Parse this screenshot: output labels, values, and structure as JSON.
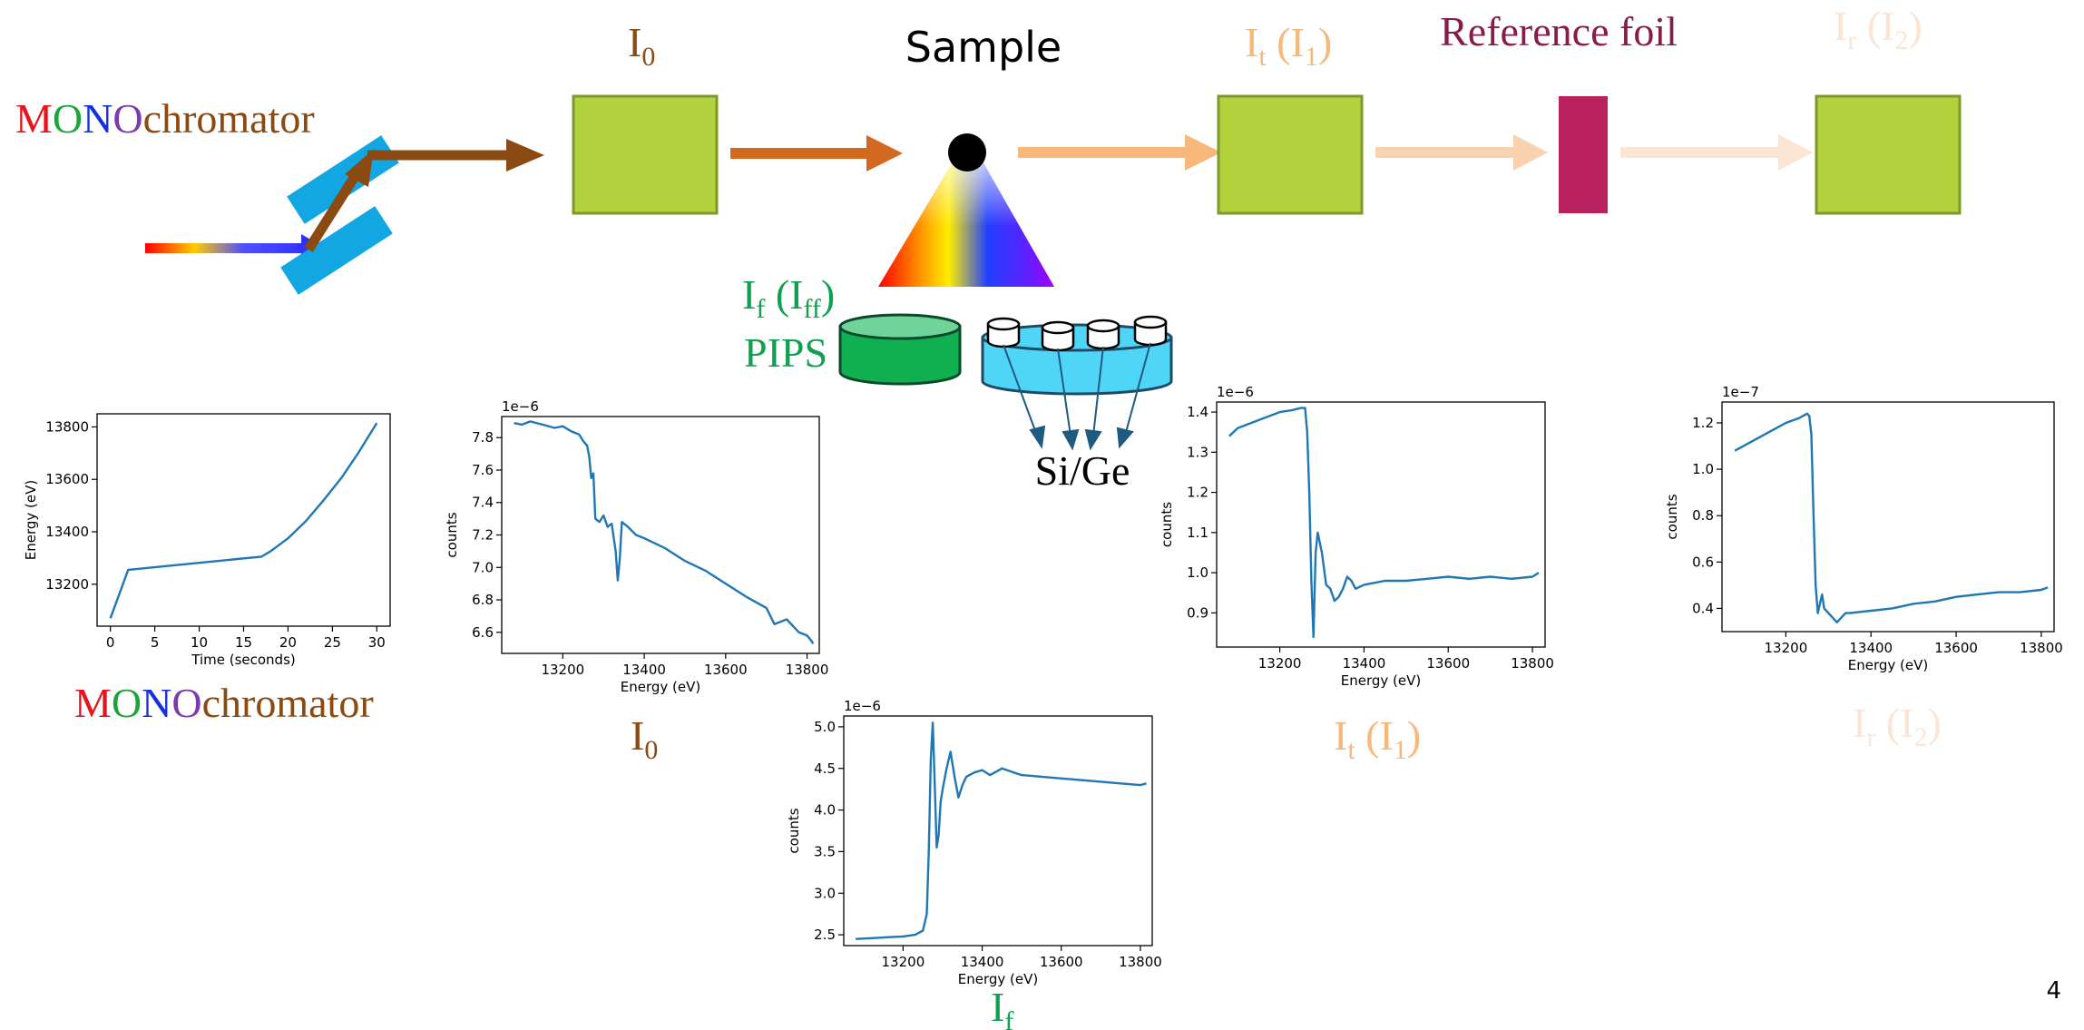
{
  "colors": {
    "mono_m": "#e8141c",
    "mono_o1": "#1ca33a",
    "mono_n": "#1530e0",
    "mono_o2": "#7a3ab0",
    "mono_rest": "#8a4a12",
    "brown": "#8a4a12",
    "arrow_i0": "#d2691e",
    "peach": "#f7b87a",
    "peach_light": "#f9d3b0",
    "faint": "#fbe6d6",
    "detector": "#b2d33e",
    "detector_border": "#7a9a2a",
    "foil": "#b8205e",
    "foil_label": "#861c4a",
    "crystal": "#12a7e3",
    "pips": "#10b050",
    "pips_label": "#10a050",
    "sige_disk": "#4fd6f7",
    "sige_arrow": "#1f5a80",
    "plot_line": "#1f77b4"
  },
  "labels": {
    "mono_top": {
      "m": "M",
      "o1": "O",
      "n": "N",
      "o2": "O",
      "rest": "chromator"
    },
    "mono_bottom": {
      "m": "M",
      "o1": "O",
      "n": "N",
      "o2": "O",
      "rest": "chromator"
    },
    "i0_top": {
      "main": "I",
      "sub": "0"
    },
    "sample": "Sample",
    "it_top": {
      "main": "I",
      "sub": "t",
      "paren_open": " (I",
      "paren_sub": "1",
      "paren_close": ")"
    },
    "ref_foil": "Reference foil",
    "ir_top": {
      "main": "I",
      "sub": "r",
      "paren_open": " (I",
      "paren_sub": "2",
      "paren_close": ")"
    },
    "if_top": {
      "main": "I",
      "sub": "f",
      "paren_open": " (I",
      "paren_sub": "ff",
      "paren_close": ")"
    },
    "pips": "PIPS",
    "sige": "Si/Ge",
    "i0_bottom": {
      "main": "I",
      "sub": "0"
    },
    "it_bottom": {
      "main": "I",
      "sub": "t",
      "paren_open": " (I",
      "paren_sub": "1",
      "paren_close": ")"
    },
    "ir_bottom": {
      "main": "I",
      "sub": "r",
      "paren_open": " (I",
      "paren_sub": "2",
      "paren_close": ")"
    },
    "if_bottom": {
      "main": "I",
      "sub": "f"
    },
    "page_number": "4"
  },
  "icons": [
    "crystal-icon",
    "sample-icon",
    "detector-icon",
    "reference-foil-icon",
    "pips-detector-icon",
    "sige-detector-icon"
  ],
  "chart_data": [
    {
      "id": "mono",
      "type": "line",
      "xlabel": "Time (seconds)",
      "ylabel": "Energy (eV)",
      "xlim": [
        -1.5,
        31.5
      ],
      "ylim": [
        13040,
        13850
      ],
      "xticks": [
        0,
        5,
        10,
        15,
        20,
        25,
        30
      ],
      "yticks": [
        13200,
        13400,
        13600,
        13800
      ],
      "xtick_labels": [
        "0",
        "5",
        "10",
        "15",
        "20",
        "25",
        "30"
      ],
      "ytick_labels": [
        "13200",
        "13400",
        "13600",
        "13800"
      ],
      "offset_text": "",
      "x": [
        0,
        2,
        17,
        18,
        20,
        22,
        24,
        26,
        28,
        30
      ],
      "y": [
        13070,
        13255,
        13305,
        13325,
        13375,
        13440,
        13520,
        13605,
        13705,
        13815
      ]
    },
    {
      "id": "i0",
      "type": "line",
      "xlabel": "Energy (eV)",
      "ylabel": "counts",
      "xlim": [
        13050,
        13830
      ],
      "ylim": [
        6.47,
        7.93
      ],
      "xticks": [
        13200,
        13400,
        13600,
        13800
      ],
      "yticks": [
        6.6,
        6.8,
        7.0,
        7.2,
        7.4,
        7.6,
        7.8
      ],
      "xtick_labels": [
        "13200",
        "13400",
        "13600",
        "13800"
      ],
      "ytick_labels": [
        "6.6",
        "6.8",
        "7.0",
        "7.2",
        "7.4",
        "7.6",
        "7.8"
      ],
      "offset_text": "1e−6",
      "x": [
        13080,
        13100,
        13120,
        13150,
        13180,
        13200,
        13220,
        13240,
        13250,
        13260,
        13265,
        13270,
        13275,
        13280,
        13290,
        13300,
        13310,
        13320,
        13330,
        13335,
        13340,
        13345,
        13360,
        13380,
        13400,
        13450,
        13500,
        13550,
        13600,
        13650,
        13700,
        13720,
        13750,
        13780,
        13800,
        13810,
        13815
      ],
      "y": [
        7.89,
        7.88,
        7.9,
        7.88,
        7.86,
        7.87,
        7.84,
        7.82,
        7.78,
        7.75,
        7.68,
        7.55,
        7.58,
        7.3,
        7.28,
        7.32,
        7.25,
        7.27,
        7.1,
        6.92,
        7.05,
        7.28,
        7.25,
        7.2,
        7.18,
        7.12,
        7.04,
        6.98,
        6.9,
        6.82,
        6.75,
        6.65,
        6.68,
        6.6,
        6.58,
        6.55,
        6.53
      ]
    },
    {
      "id": "it",
      "type": "line",
      "xlabel": "Energy (eV)",
      "ylabel": "counts",
      "xlim": [
        13050,
        13830
      ],
      "ylim": [
        0.815,
        1.425
      ],
      "xticks": [
        13200,
        13400,
        13600,
        13800
      ],
      "yticks": [
        0.9,
        1.0,
        1.1,
        1.2,
        1.3,
        1.4
      ],
      "xtick_labels": [
        "13200",
        "13400",
        "13600",
        "13800"
      ],
      "ytick_labels": [
        "0.9",
        "1.0",
        "1.1",
        "1.2",
        "1.3",
        "1.4"
      ],
      "offset_text": "1e−6",
      "x": [
        13080,
        13100,
        13150,
        13200,
        13230,
        13250,
        13260,
        13265,
        13270,
        13275,
        13280,
        13285,
        13290,
        13300,
        13310,
        13320,
        13330,
        13340,
        13350,
        13360,
        13370,
        13380,
        13400,
        13450,
        13500,
        13550,
        13600,
        13650,
        13700,
        13750,
        13800,
        13815
      ],
      "y": [
        1.34,
        1.36,
        1.38,
        1.4,
        1.405,
        1.41,
        1.41,
        1.35,
        1.2,
        0.98,
        0.84,
        1.05,
        1.1,
        1.05,
        0.97,
        0.96,
        0.93,
        0.94,
        0.96,
        0.99,
        0.98,
        0.96,
        0.97,
        0.98,
        0.98,
        0.985,
        0.99,
        0.985,
        0.99,
        0.985,
        0.99,
        1.0
      ]
    },
    {
      "id": "ir",
      "type": "line",
      "xlabel": "Energy (eV)",
      "ylabel": "counts",
      "xlim": [
        13050,
        13830
      ],
      "ylim": [
        0.3,
        1.29
      ],
      "xticks": [
        13200,
        13400,
        13600,
        13800
      ],
      "yticks": [
        0.4,
        0.6,
        0.8,
        1.0,
        1.2
      ],
      "xtick_labels": [
        "13200",
        "13400",
        "13600",
        "13800"
      ],
      "ytick_labels": [
        "0.4",
        "0.6",
        "0.8",
        "1.0",
        "1.2"
      ],
      "offset_text": "1e−7",
      "x": [
        13080,
        13100,
        13150,
        13200,
        13230,
        13250,
        13255,
        13260,
        13265,
        13270,
        13275,
        13280,
        13285,
        13290,
        13300,
        13310,
        13320,
        13330,
        13340,
        13350,
        13400,
        13450,
        13500,
        13550,
        13600,
        13650,
        13700,
        13750,
        13800,
        13815
      ],
      "y": [
        1.08,
        1.1,
        1.15,
        1.2,
        1.22,
        1.24,
        1.23,
        1.15,
        0.8,
        0.5,
        0.38,
        0.42,
        0.46,
        0.4,
        0.38,
        0.36,
        0.34,
        0.36,
        0.38,
        0.38,
        0.39,
        0.4,
        0.42,
        0.43,
        0.45,
        0.46,
        0.47,
        0.47,
        0.48,
        0.49
      ]
    },
    {
      "id": "if",
      "type": "line",
      "xlabel": "Energy (eV)",
      "ylabel": "counts",
      "xlim": [
        13050,
        13830
      ],
      "ylim": [
        2.37,
        5.13
      ],
      "xticks": [
        13200,
        13400,
        13600,
        13800
      ],
      "yticks": [
        2.5,
        3.0,
        3.5,
        4.0,
        4.5,
        5.0
      ],
      "xtick_labels": [
        "13200",
        "13400",
        "13600",
        "13800"
      ],
      "ytick_labels": [
        "2.5",
        "3.0",
        "3.5",
        "4.0",
        "4.5",
        "5.0"
      ],
      "offset_text": "1e−6",
      "x": [
        13080,
        13120,
        13160,
        13200,
        13230,
        13250,
        13260,
        13265,
        13270,
        13275,
        13280,
        13285,
        13290,
        13295,
        13300,
        13310,
        13320,
        13330,
        13340,
        13350,
        13360,
        13380,
        13400,
        13420,
        13450,
        13480,
        13500,
        13550,
        13600,
        13650,
        13700,
        13750,
        13800,
        13815
      ],
      "y": [
        2.45,
        2.46,
        2.47,
        2.48,
        2.5,
        2.55,
        2.75,
        3.5,
        4.6,
        5.05,
        4.3,
        3.55,
        3.7,
        4.1,
        4.25,
        4.5,
        4.7,
        4.4,
        4.15,
        4.3,
        4.4,
        4.45,
        4.48,
        4.42,
        4.5,
        4.45,
        4.42,
        4.4,
        4.38,
        4.36,
        4.34,
        4.32,
        4.3,
        4.32
      ]
    }
  ]
}
